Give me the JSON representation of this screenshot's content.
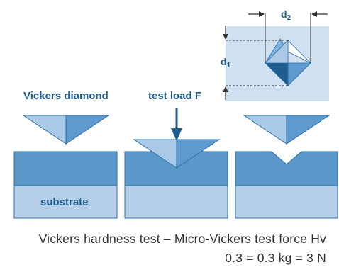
{
  "labels": {
    "indenter": "Vickers diamond",
    "load": "test load F",
    "substrate": "substrate",
    "d1_main": "d",
    "d1_sub": "1",
    "d2_main": "d",
    "d2_sub": "2"
  },
  "caption": {
    "line1": "Vickers hardness test – Micro-Vickers test force Hv",
    "line2": "0.3 = 0.3 kg = 3 N"
  },
  "colors": {
    "block_top": "#5b97c9",
    "block_bottom": "#b5cfe9",
    "panel": "#cfe0f1",
    "stroke": "#2b6fa6",
    "diamond_light": "#a9c9e6",
    "diamond_mid": "#5e9ad0",
    "diamond_dark": "#1f5d8f",
    "label": "#1f5d8f"
  }
}
